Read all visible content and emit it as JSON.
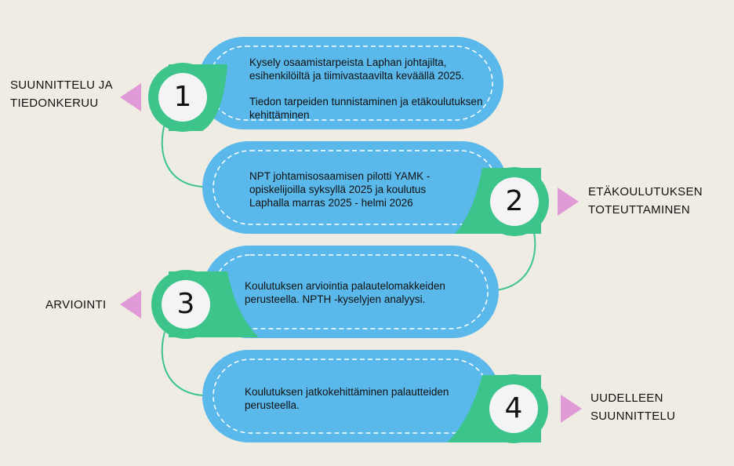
{
  "steps": [
    {
      "number": "1",
      "side_label": [
        "SUUNNITTELU JA",
        "TIEDONKERUU"
      ],
      "text": [
        "Kysely osaamistarpeista Laphan johtajilta, esihenkilöiltä ja tiimivastaavilta keväällä 2025.",
        "Tiedon tarpeiden tunnistaminen ja etäkoulutuksen kehittäminen"
      ]
    },
    {
      "number": "2",
      "side_label": [
        "ETÄKOULUTUKSEN",
        "TOTEUTTAMINEN"
      ],
      "text": [
        "NPT johtamisosaamisen pilotti YAMK -opiskelijoilla syksyllä 2025 ja koulutus Laphalla marras 2025 - helmi 2026"
      ]
    },
    {
      "number": "3",
      "side_label": [
        "ARVIOINTI"
      ],
      "text": [
        "Koulutuksen arviointia palautelomakkeiden perusteella. NPTH -kyselyjen analyysi."
      ]
    },
    {
      "number": "4",
      "side_label": [
        "UUDELLEEN",
        "SUUNNITTELU"
      ],
      "text": [
        "Koulutuksen jatkokehittäminen palautteiden perusteella."
      ]
    }
  ],
  "colors": {
    "background": "#efede3",
    "pill": "#5ab8ea",
    "badge_ring": "#3cc48a",
    "badge_center": "#f4f4f6",
    "arrow": "#e19ad8",
    "connector": "#3cc48a",
    "dash": "#ffffff"
  }
}
